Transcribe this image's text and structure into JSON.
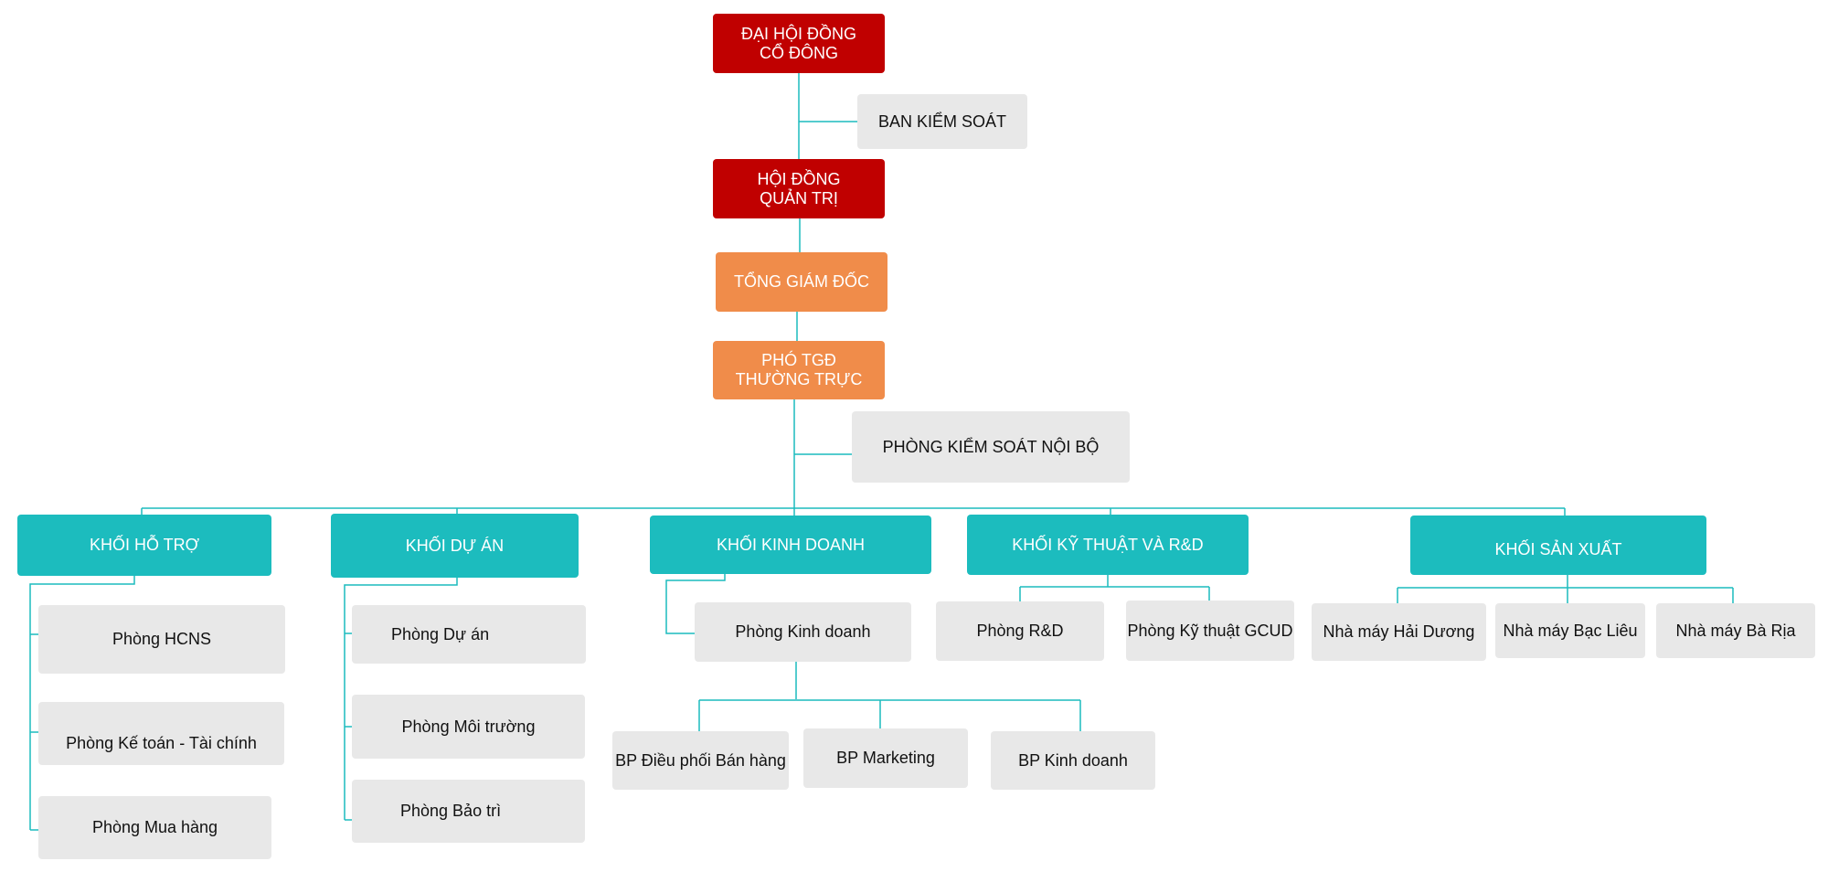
{
  "colors": {
    "red": "#c00000",
    "orange": "#f08c4a",
    "teal": "#1cbcbe",
    "grey": "#e8e8e8",
    "line": "#1cbcbe"
  },
  "top": {
    "dhdcd": "ĐẠI HỘI ĐỒNG\nCỔ ĐÔNG",
    "bks": "BAN KIỂM SOÁT",
    "hdqt": "HỘI ĐỒNG\nQUẢN TRỊ",
    "tgd": "TỔNG GIÁM ĐỐC",
    "ptgd": "PHÓ TGĐ\nTHƯỜNG TRỰC",
    "pksnb": "PHÒNG KIỂM SOÁT NỘI BỘ"
  },
  "blocks": {
    "ho_tro": {
      "title": "KHỐI HỖ TRỢ",
      "units": [
        "Phòng HCNS",
        "Phòng Kế toán - Tài chính",
        "Phòng Mua hàng"
      ]
    },
    "du_an": {
      "title": "KHỐI DỰ ÁN",
      "units": [
        "Phòng Dự án",
        "Phòng Môi trường",
        "Phòng Bảo trì"
      ]
    },
    "kinh_doanh": {
      "title": "KHỐI KINH DOANH",
      "units": [
        "Phòng Kinh doanh"
      ],
      "sub_units": [
        "BP Điều phối Bán hàng",
        "BP Marketing",
        "BP Kinh doanh"
      ]
    },
    "ky_thuat": {
      "title": "KHỐI KỸ THUẬT VÀ R&D",
      "units": [
        "Phòng R&D",
        "Phòng Kỹ thuật GCUD"
      ]
    },
    "san_xuat": {
      "title": "KHỐI SẢN XUẤT",
      "units": [
        "Nhà máy Hải Dương",
        "Nhà máy Bạc Liêu",
        "Nhà máy Bà Rịa"
      ]
    }
  }
}
